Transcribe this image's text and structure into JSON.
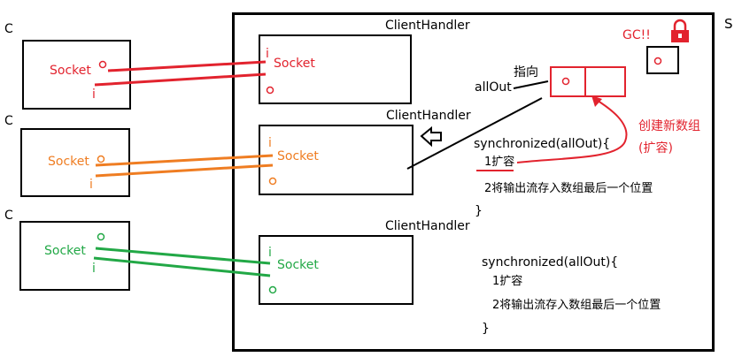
{
  "labels": {
    "client": "C",
    "server": "S",
    "handler": "ClientHandler",
    "socket": "Socket",
    "in_port": "i",
    "out_port": "o",
    "gc": "GC!!",
    "pointer": "指向",
    "allout": "allOut",
    "new_array": "创建新数组",
    "expand_paren": "(扩容)"
  },
  "code_blocks": [
    {
      "open": "synchronized(allOut){",
      "step1": "1扩容",
      "step2": "2将输出流存入数组最后一个位置",
      "close": "}"
    },
    {
      "open": "synchronized(allOut){",
      "step1": "1扩容",
      "step2": "2将输出流存入数组最后一个位置",
      "close": "}"
    }
  ],
  "colors": {
    "client1": "#e2232e",
    "client2": "#ef7d22",
    "client3": "#22a846",
    "lock": "#e2232e"
  }
}
